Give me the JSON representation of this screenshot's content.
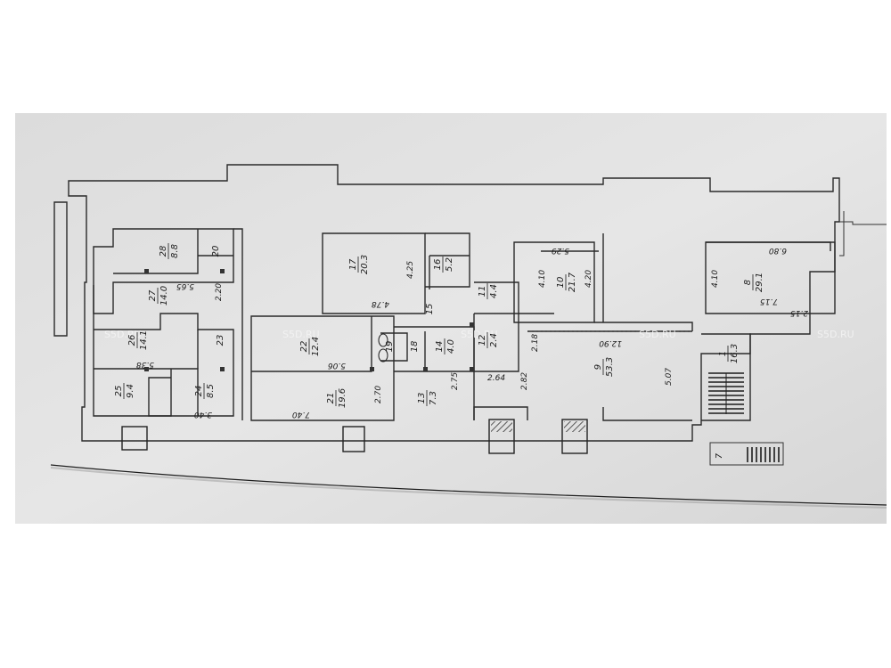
{
  "rooms": [
    {
      "id": "r1",
      "number": "1",
      "area": "16.3"
    },
    {
      "id": "r7",
      "number": "7",
      "area": ""
    },
    {
      "id": "r8",
      "number": "8",
      "area": "29.1"
    },
    {
      "id": "r9",
      "number": "9",
      "area": "53.3"
    },
    {
      "id": "r10",
      "number": "10",
      "area": "21.7"
    },
    {
      "id": "r11",
      "number": "11",
      "area": "4.4"
    },
    {
      "id": "r12",
      "number": "12",
      "area": "2.4"
    },
    {
      "id": "r13",
      "number": "13",
      "area": "7.3"
    },
    {
      "id": "r14",
      "number": "14",
      "area": "4.0"
    },
    {
      "id": "r15",
      "number": "15",
      "area": ""
    },
    {
      "id": "r16",
      "number": "16",
      "area": "5.2"
    },
    {
      "id": "r17",
      "number": "17",
      "area": "20.3"
    },
    {
      "id": "r18",
      "number": "18",
      "area": ""
    },
    {
      "id": "r19",
      "number": "19",
      "area": ""
    },
    {
      "id": "r20",
      "number": "20",
      "area": ""
    },
    {
      "id": "r21",
      "number": "21",
      "area": "19.6"
    },
    {
      "id": "r22",
      "number": "22",
      "area": "12.4"
    },
    {
      "id": "r23",
      "number": "23",
      "area": ""
    },
    {
      "id": "r24",
      "number": "24",
      "area": "8.5"
    },
    {
      "id": "r25",
      "number": "25",
      "area": "9.4"
    },
    {
      "id": "r26",
      "number": "26",
      "area": "14.1"
    },
    {
      "id": "r27",
      "number": "27",
      "area": "14.0"
    },
    {
      "id": "r28",
      "number": "28",
      "area": "8.8"
    }
  ],
  "dimensions": [
    {
      "id": "d-680",
      "text": "6.80"
    },
    {
      "id": "d-410-r8",
      "text": "4.10"
    },
    {
      "id": "d-715",
      "text": "7.15"
    },
    {
      "id": "d-215",
      "text": "2.15"
    },
    {
      "id": "d-1290",
      "text": "12.90"
    },
    {
      "id": "d-507",
      "text": "5.07"
    },
    {
      "id": "d-410-r10",
      "text": "4.10"
    },
    {
      "id": "d-420",
      "text": "4.20"
    },
    {
      "id": "d-529",
      "text": "5.29"
    },
    {
      "id": "d-282",
      "text": "2.82"
    },
    {
      "id": "d-218",
      "text": "2.18"
    },
    {
      "id": "d-264",
      "text": "2.64"
    },
    {
      "id": "d-275",
      "text": "2.75"
    },
    {
      "id": "d-270",
      "text": "2.70"
    },
    {
      "id": "d-425",
      "text": "4.25"
    },
    {
      "id": "d-478",
      "text": "4.78"
    },
    {
      "id": "d-740",
      "text": "7.40"
    },
    {
      "id": "d-506",
      "text": "5.06"
    },
    {
      "id": "d-220",
      "text": "2.20"
    },
    {
      "id": "d-565",
      "text": "5.65"
    },
    {
      "id": "d-538",
      "text": "5.38"
    },
    {
      "id": "d-340",
      "text": "3.40"
    }
  ],
  "watermarks": [
    "S5D.RU",
    "S5D.RU",
    "S5D.RU",
    "S5D.RU",
    "S5D.RU"
  ]
}
